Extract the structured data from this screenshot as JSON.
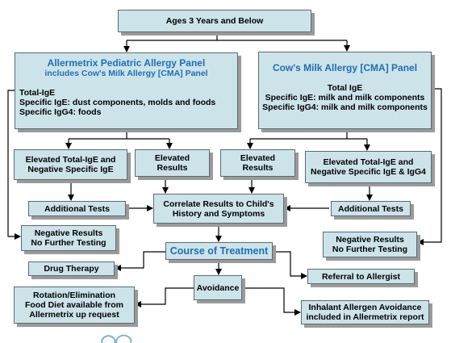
{
  "top": {
    "label": "Ages 3 Years and Below"
  },
  "pediatric_panel": {
    "title": "Allermetrix Pediatric Allergy Panel",
    "subtitle": "includes Cow's Milk Allergy [CMA] Panel",
    "tests": [
      "Total-IgE",
      "Specific IgE: dust components, molds and foods",
      "Specific IgG4: foods"
    ]
  },
  "cma_panel": {
    "title": "Cow's Milk Allergy [CMA] Panel",
    "tests": [
      "Total IgE",
      "Specific IgE: milk and milk components",
      "Specific IgG4: milk and milk components"
    ]
  },
  "left_elevated_negative": {
    "lines": [
      "Elevated Total-IgE and",
      "Negative Specific IgE"
    ]
  },
  "left_elevated_results": {
    "lines": [
      "Elevated",
      "Results"
    ]
  },
  "right_elevated_results": {
    "lines": [
      "Elevated",
      "Results"
    ]
  },
  "right_elevated_negative": {
    "lines": [
      "Elevated Total-IgE and",
      "Negative Specific IgE & IgG4"
    ]
  },
  "left_additional_tests": {
    "label": "Additional Tests"
  },
  "right_additional_tests": {
    "label": "Additional Tests"
  },
  "correlate": {
    "lines": [
      "Correlate Results to Child's",
      "History and Symptoms"
    ]
  },
  "left_negative": {
    "lines": [
      "Negative Results",
      "No Further Testing"
    ]
  },
  "right_negative": {
    "lines": [
      "Negative Results",
      "No Further Testing"
    ]
  },
  "course": {
    "label": "Course of Treatment"
  },
  "drug_therapy": {
    "label": "Drug Therapy"
  },
  "referral": {
    "label": "Referral to Allergist"
  },
  "avoidance": {
    "label": "Avoidance"
  },
  "rotation": {
    "lines": [
      "Rotation/Elimination",
      "Food Diet available from",
      "Allermetrix up request"
    ]
  },
  "inhalant": {
    "lines": [
      "Inhalant Allergen Avoidance",
      "included in Allermetrix report"
    ]
  },
  "colors": {
    "box_fill": "#cde3ea",
    "box_border": "#5a6a70",
    "shadow": "#9a9a9a",
    "title_blue": "#1f6fb4",
    "connector": "#000000",
    "logo": "#7fb3c8"
  }
}
